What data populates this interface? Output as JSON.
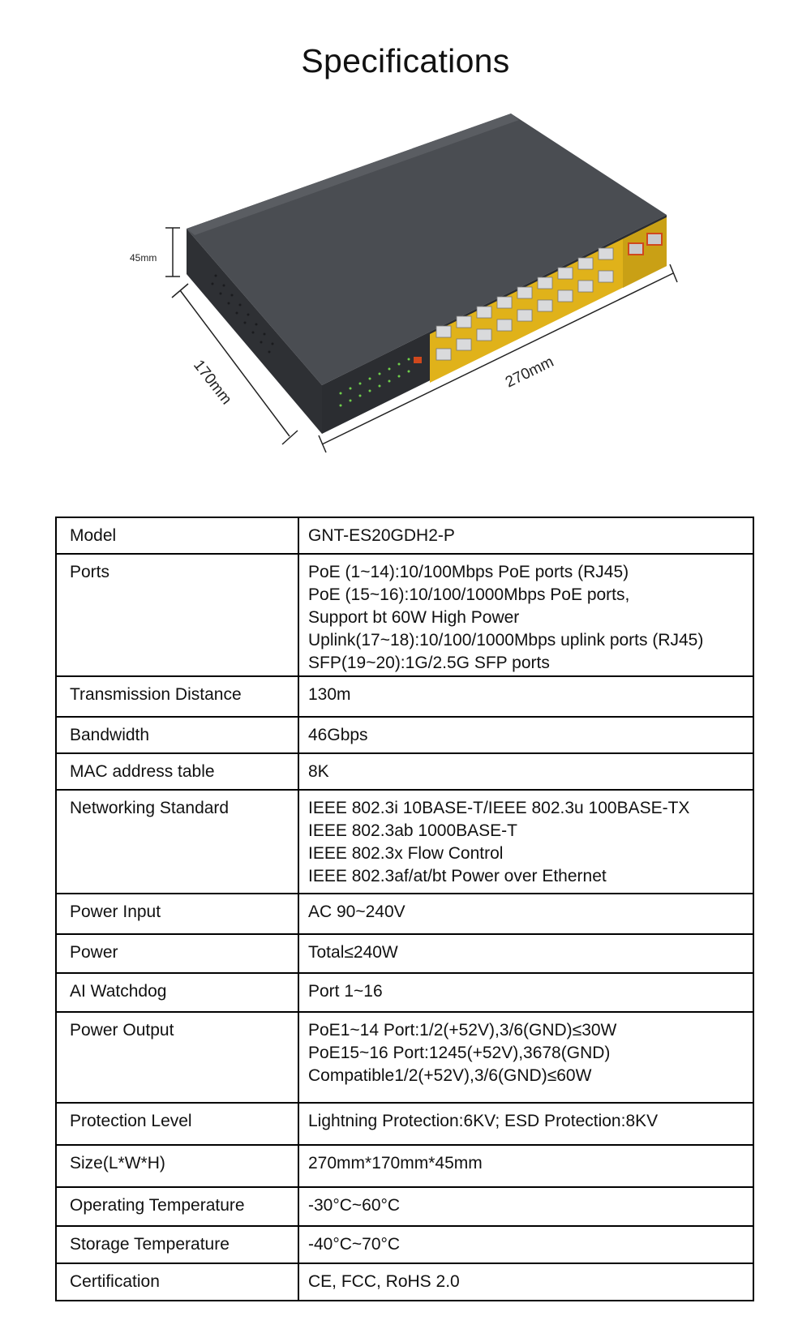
{
  "title": "Specifications",
  "figure": {
    "dimension_height": "45mm",
    "dimension_width": "170mm",
    "dimension_length": "270mm"
  },
  "specs": [
    {
      "label": "Model",
      "values": [
        "GNT-ES20GDH2-P"
      ]
    },
    {
      "label": "Ports",
      "values": [
        "PoE (1~14):10/100Mbps PoE ports (RJ45)",
        "PoE (15~16):10/100/1000Mbps PoE ports,",
        "Support bt 60W High Power",
        "Uplink(17~18):10/100/1000Mbps uplink ports (RJ45)",
        "SFP(19~20):1G/2.5G SFP ports"
      ]
    },
    {
      "label": "Transmission Distance",
      "values": [
        "130m"
      ]
    },
    {
      "label": "Bandwidth",
      "values": [
        "46Gbps"
      ]
    },
    {
      "label": "MAC address table",
      "values": [
        "8K"
      ]
    },
    {
      "label": "Networking Standard",
      "values": [
        "IEEE 802.3i 10BASE-T/IEEE 802.3u 100BASE-TX",
        "IEEE 802.3ab 1000BASE-T",
        "IEEE 802.3x Flow Control",
        "IEEE 802.3af/at/bt Power over Ethernet"
      ]
    },
    {
      "label": "Power Input",
      "values": [
        "AC 90~240V"
      ]
    },
    {
      "label": "Power",
      "values": [
        "Total≤240W"
      ]
    },
    {
      "label": "AI Watchdog",
      "values": [
        "Port 1~16"
      ]
    },
    {
      "label": "Power Output",
      "values": [
        "PoE1~14 Port:1/2(+52V),3/6(GND)≤30W",
        "PoE15~16 Port:1245(+52V),3678(GND)",
        "Compatible1/2(+52V),3/6(GND)≤60W"
      ]
    },
    {
      "label": "Protection Level",
      "values": [
        "Lightning Protection:6KV; ESD Protection:8KV"
      ]
    },
    {
      "label": "Size(L*W*H)",
      "values": [
        "270mm*170mm*45mm"
      ]
    },
    {
      "label": "Operating Temperature",
      "values": [
        "-30°C~60°C"
      ]
    },
    {
      "label": "Storage Temperature",
      "values": [
        "-40°C~70°C"
      ]
    },
    {
      "label": "Certification",
      "values": [
        "CE, FCC, RoHS 2.0"
      ]
    }
  ]
}
